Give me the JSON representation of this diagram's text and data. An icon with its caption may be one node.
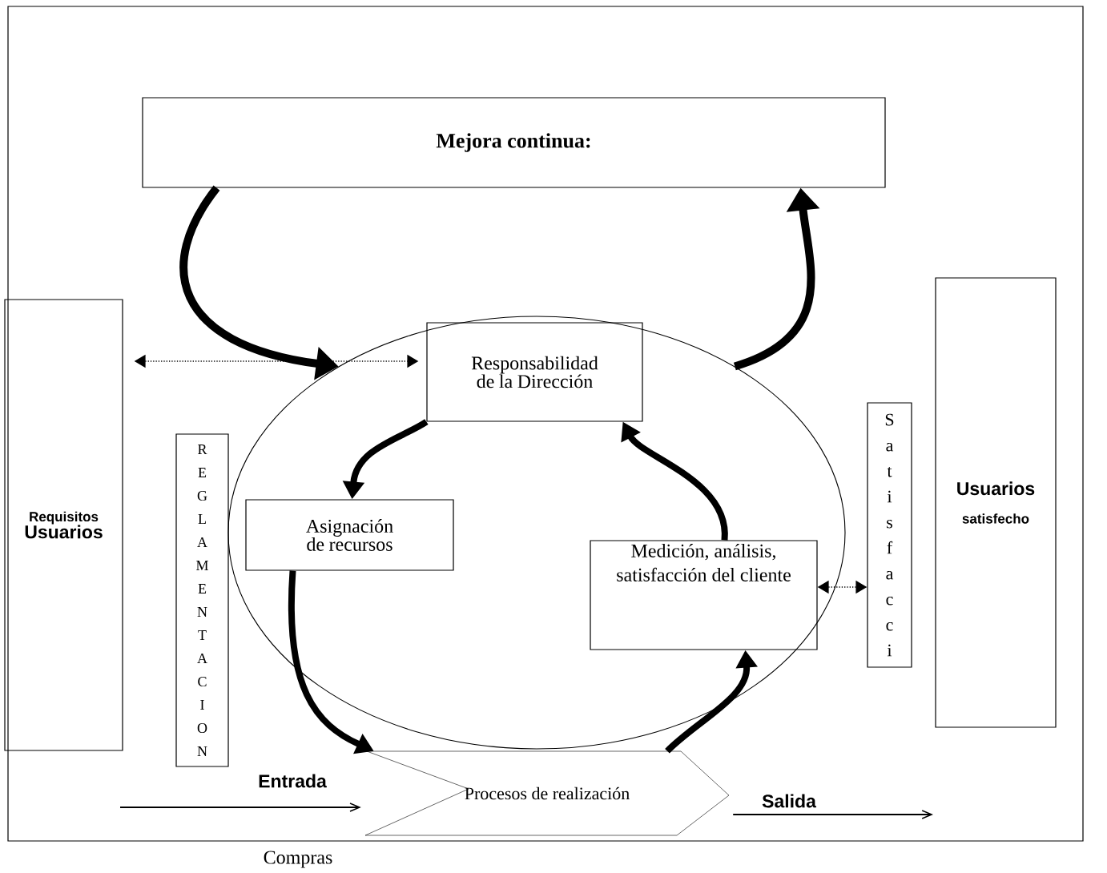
{
  "diagram": {
    "nodes": [
      {
        "text": [
          "Mejora continua:"
        ]
      },
      {
        "text": [
          "Requisitos",
          "Usuarios"
        ]
      },
      {
        "text": [
          "Usuarios",
          "satisfecho"
        ]
      },
      {
        "text": [],
        "shape": "ellipse"
      },
      {
        "text": [
          "Responsabilidad de la Dirección"
        ],
        "in": 3
      },
      {
        "text": [
          "REGLAMENTACION"
        ]
      },
      {
        "text": [
          "Asignación de recursos"
        ],
        "in": 3
      },
      {
        "text": [
          "Medición, análisis, satisfacción del cliente"
        ],
        "in": 3
      },
      {
        "text": [
          "Satisfacci"
        ]
      },
      {
        "text": [
          "Procesos de realización"
        ]
      }
    ],
    "edges": [
      {
        "from": 1,
        "to": 4,
        "arrow": "both",
        "style": "dashed"
      },
      {
        "from": 7,
        "to": 8,
        "arrow": "both",
        "style": "dashed"
      },
      {
        "from": null,
        "to": 9,
        "arrow": "to",
        "label": "Entrada"
      },
      {
        "from": 9,
        "to": null,
        "arrow": "to",
        "label": "Salida"
      },
      {
        "from": 0,
        "to": 3,
        "arrow": "to"
      },
      {
        "from": 3,
        "to": 0,
        "arrow": "to"
      },
      {
        "from": 4,
        "to": 6,
        "arrow": "to"
      },
      {
        "from": 7,
        "to": 4,
        "arrow": "to"
      },
      {
        "from": 6,
        "to": 9,
        "arrow": "to"
      },
      {
        "from": 9,
        "to": 7,
        "arrow": "to"
      }
    ],
    "labels": [
      "Compras"
    ]
  }
}
